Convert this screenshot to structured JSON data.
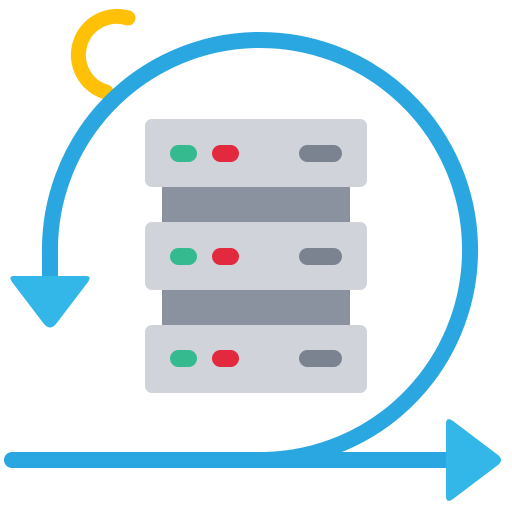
{
  "illustration": {
    "icon": "server-sync-cycle-icon",
    "colors": {
      "loop_stroke": "#2aa6e0",
      "arrow_head": "#33b6e8",
      "sun_arc": "#ffc107",
      "rack_shelf": "#d1d3db",
      "rack_gap": "#8a919f",
      "led_green": "#35b98f",
      "led_red": "#e2293e",
      "slot": "#7b8391"
    },
    "server": {
      "units": [
        {
          "name": "server-unit-top"
        },
        {
          "name": "server-unit-middle"
        },
        {
          "name": "server-unit-bottom"
        }
      ]
    }
  }
}
